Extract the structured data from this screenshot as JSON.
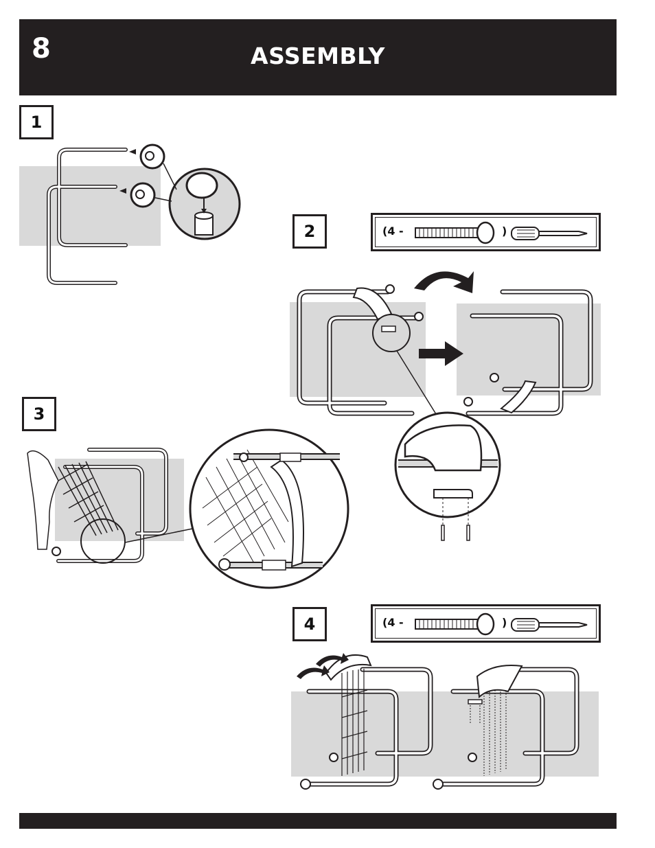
{
  "header": {
    "page_number": "8",
    "title": "ASSEMBLY"
  },
  "steps": [
    {
      "number": "1"
    },
    {
      "number": "2",
      "hardware": {
        "count_label": "(4 -",
        "close_label": ")"
      }
    },
    {
      "number": "3"
    },
    {
      "number": "4",
      "hardware": {
        "count_label": "(4 -",
        "close_label": ")"
      }
    }
  ],
  "icons": {
    "bolt": "carriage-bolt-icon",
    "screwdriver": "screwdriver-icon",
    "arrow": "direction-arrow-icon",
    "end_cap": "end-cap-icon"
  },
  "colors": {
    "header_bg": "#231f20",
    "shade": "#d9d9d9",
    "line": "#231f20"
  }
}
